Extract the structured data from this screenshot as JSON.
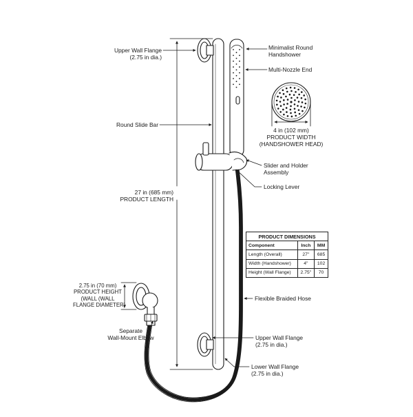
{
  "labels": {
    "upper_wall_flange_top": [
      "Upper Wall Flange",
      "(2.75 in dia.)"
    ],
    "round_slide_bar": "Round Slide Bar",
    "product_length": [
      "27 in (685 mm)",
      "PRODUCT LENGTH"
    ],
    "product_height": [
      "2.75 in (70 mm)",
      "PRODUCT HEIGHT",
      "(WALL (WALL",
      "FLANGE DIAMETER)"
    ],
    "separate_elbow": [
      "Separate",
      "Wall-Mount Elbow"
    ],
    "minimalist_handshower": [
      "Minimalist Round",
      "Handshower"
    ],
    "multi_nozzle_end": "Multi-Nozzle End",
    "product_width": [
      "4 in (102 mm)",
      "PRODUCT WIDTH",
      "(HANDSHOWER HEAD)"
    ],
    "slider_holder": [
      "Slider and Holder",
      "Assembly"
    ],
    "locking_lever": "Locking Lever",
    "flexible_hose": "Flexible Braided Hose",
    "upper_wall_flange_bottom": [
      "Upper Wall Flange",
      "(2.75 in dia.)"
    ],
    "lower_wall_flange": [
      "Lower Wall Flange",
      "(2.75 in dia.)"
    ]
  },
  "table": {
    "title": "PRODUCT DIMENSIONS",
    "columns": [
      "Component",
      "Inch",
      "MM"
    ],
    "rows": [
      [
        "Length (Overall)",
        "27\"",
        "685"
      ],
      [
        "Width (Handshower)",
        "4\"",
        "102"
      ],
      [
        "Height (Wall Flange)",
        "2.75\"",
        "70"
      ]
    ]
  },
  "colors": {
    "line": "#1a1a1a",
    "background": "#ffffff"
  }
}
